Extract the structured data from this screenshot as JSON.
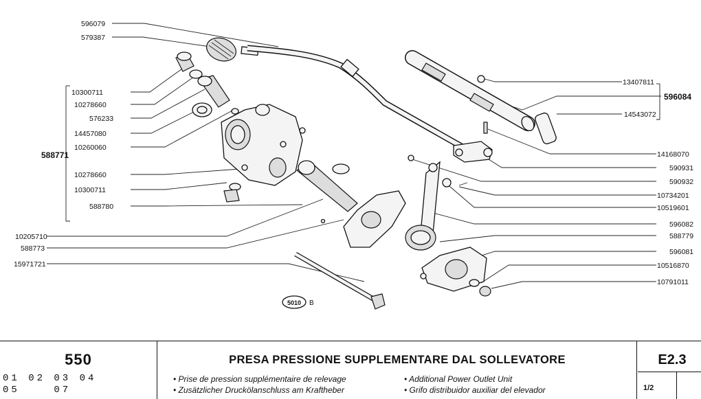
{
  "parts": {
    "p596079": "596079",
    "p579387": "579387",
    "p10300711a": "10300711",
    "p10278660a": "10278660",
    "p576233": "576233",
    "p14457080": "14457080",
    "p10260060": "10260060",
    "p588771": "588771",
    "p10278660b": "10278660",
    "p10300711b": "10300711",
    "p588780": "588780",
    "p10205710": "10205710",
    "p588773": "588773",
    "p15971721": "15971721",
    "p13407811": "13407811",
    "p596084": "596084",
    "p14543072": "14543072",
    "p14168070": "14168070",
    "p590931": "590931",
    "p590932": "590932",
    "p10734201": "10734201",
    "p10519601": "10519601",
    "p596082": "596082",
    "p588779": "588779",
    "p596081": "596081",
    "p10516870": "10516870",
    "p10791011": "10791011"
  },
  "figure_stamp": "5010",
  "figure_letter": "B",
  "footer": {
    "model": "550",
    "variants_line1": "01 02 03 04",
    "variants_line2": "05    07",
    "title": "PRESA PRESSIONE SUPPLEMENTARE DAL SOLLEVATORE",
    "sub_fr": "• Prise de pression supplémentaire de relevage",
    "sub_de": "• Zusätzlicher Druckölanschluss am Kraftheber",
    "sub_en": "• Additional Power Outlet Unit",
    "sub_es": "• Grifo distribuidor auxiliar del elevador",
    "ref": "E2.3",
    "page": "1/2"
  }
}
